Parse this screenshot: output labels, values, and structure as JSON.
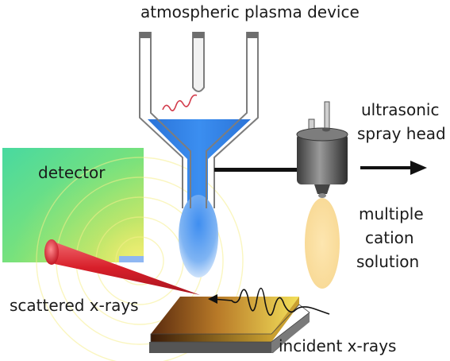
{
  "labels": {
    "device": "atmospheric plasma device",
    "spray_line1": "ultrasonic",
    "spray_line2": "spray head",
    "detector": "detector",
    "solution_line1": "multiple",
    "solution_line2": "cation",
    "solution_line3": "solution",
    "scattered": "scattered x-rays",
    "incident": "incident x-rays"
  },
  "colors": {
    "plasma_blue": "#2f7fe0",
    "detector_green": "#6ee08a",
    "cone_red": "#d81f2a",
    "spray_cream": "#fbe3a6",
    "substrate_gold": "#e0b040",
    "arrow": "#111111"
  }
}
